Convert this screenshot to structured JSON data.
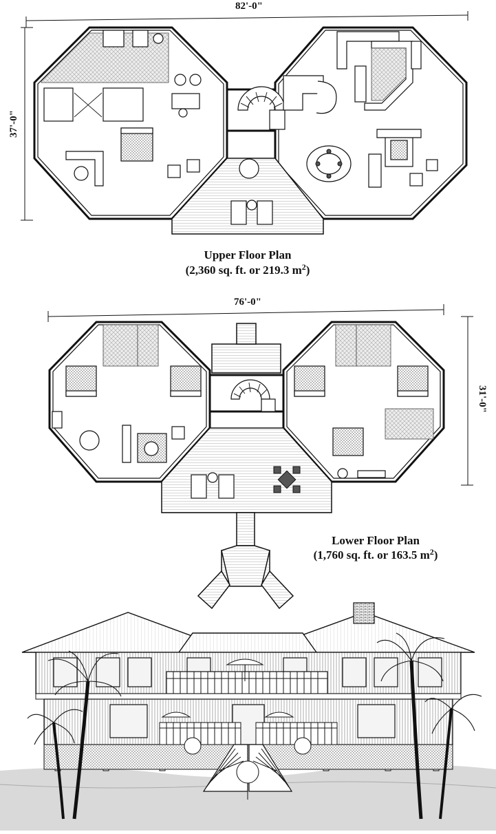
{
  "upper_plan": {
    "width_dim": "82'-0\"",
    "depth_dim": "37'-0\"",
    "title": "Upper Floor Plan",
    "area_text": "(2,360 sq. ft. or 219.3 m",
    "area_sup": "2",
    "area_close": ")"
  },
  "lower_plan": {
    "width_dim": "76'-0\"",
    "depth_dim": "31'-0\"",
    "title": "Lower Floor Plan",
    "area_text": "(1,760 sq. ft. or 163.5 m",
    "area_sup": "2",
    "area_close": ")"
  },
  "elevation": {
    "trees": [
      "palm-tree",
      "palm-tree",
      "palm-tree",
      "palm-tree"
    ]
  }
}
